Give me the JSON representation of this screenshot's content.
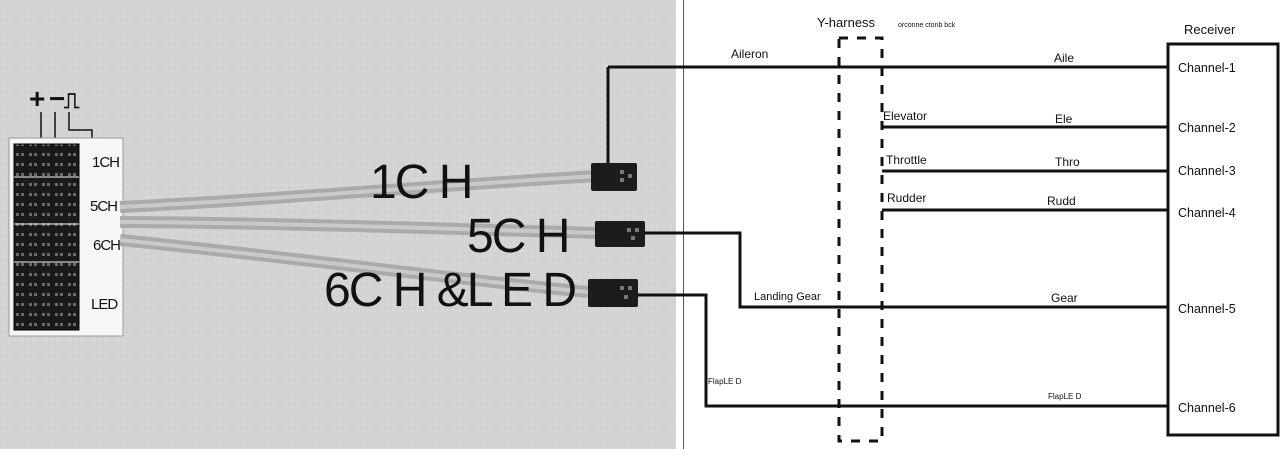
{
  "photo": {
    "symbols": {
      "plus": "+",
      "minus": "−",
      "pulse": "⎍"
    },
    "block_labels": [
      "1CH",
      "5CH",
      "6CH",
      "LED"
    ],
    "cable_labels": [
      "1C H",
      "5C H",
      "6C H &L E D"
    ]
  },
  "schematic": {
    "harness_title": "Y-harness",
    "harness_subtitle": "orconne ctonb bck",
    "receiver_title": "Receiver",
    "left_labels": {
      "aileron": "Aileron",
      "elevator": "Elevator",
      "throttle": "Throttle",
      "rudder": "Rudder",
      "landing_gear": "Landing Gear",
      "flap_led": "FlapLE D"
    },
    "wire_labels": {
      "aile": "Aile",
      "ele": "Ele",
      "thro": "Thro",
      "rudd": "Rudd",
      "gear": "Gear",
      "flap_led": "FlapLE D"
    },
    "channels": [
      "Channel-1",
      "Channel-2",
      "Channel-3",
      "Channel-4",
      "Channel-5",
      "Channel-6"
    ]
  },
  "colors": {
    "photo_background": "#d4d4d4",
    "connector_block": "#f6f6f6",
    "cable": "#b5b5b5",
    "plug": "#1c1c1c",
    "wire": "#111111"
  }
}
